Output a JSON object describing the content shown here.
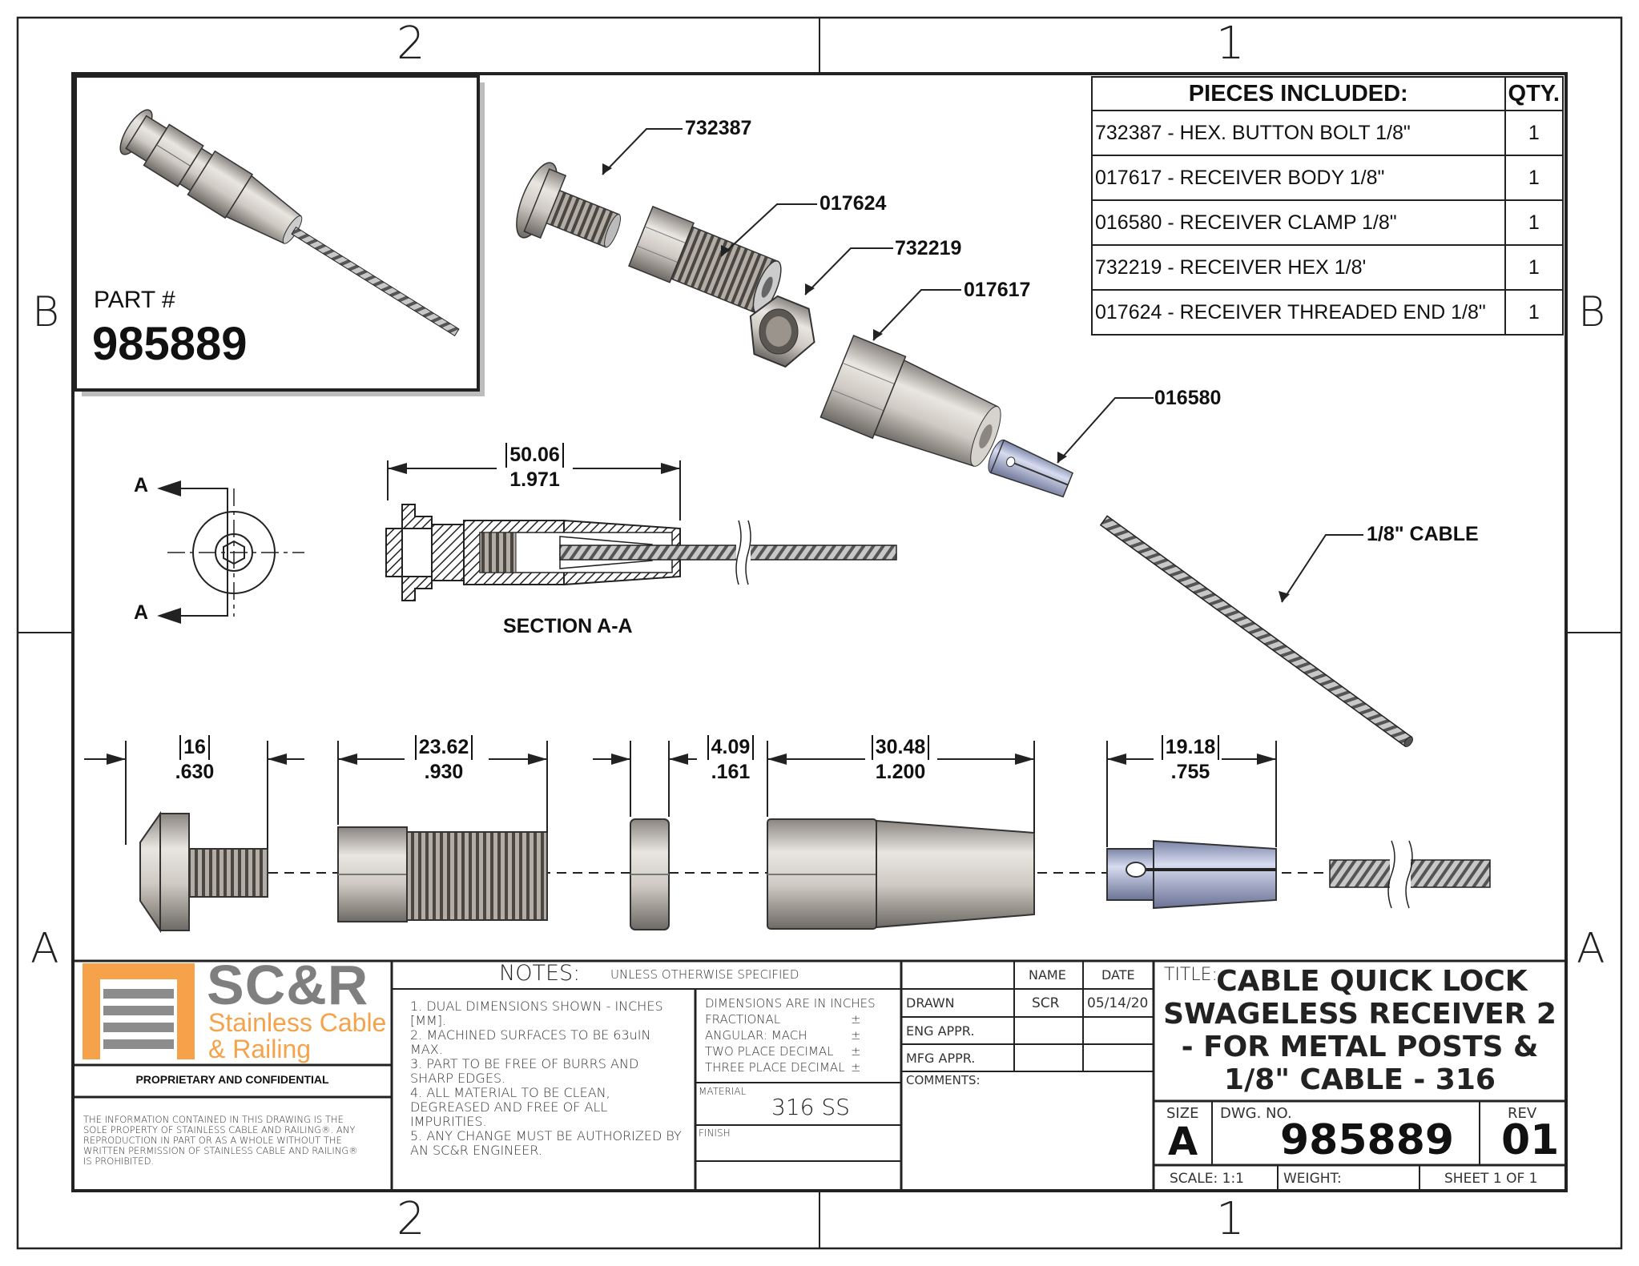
{
  "zones": {
    "top_left": "2",
    "top_right": "1",
    "bottom_left": "2",
    "bottom_right": "1",
    "left_top": "B",
    "left_bottom": "A",
    "right_top": "B",
    "right_bottom": "A"
  },
  "part_box": {
    "label": "PART #",
    "number": "985889"
  },
  "callouts": [
    "732387",
    "017624",
    "732219",
    "017617",
    "016580",
    "1/8\" CABLE"
  ],
  "section": {
    "dim_mm": "50.06",
    "dim_in": "1.971",
    "marker": "A",
    "title": "SECTION A-A"
  },
  "dims": [
    {
      "mm": "16",
      "in": ".630"
    },
    {
      "mm": "23.62",
      "in": ".930"
    },
    {
      "mm": "4.09",
      "in": ".161"
    },
    {
      "mm": "30.48",
      "in": "1.200"
    },
    {
      "mm": "19.18",
      "in": ".755"
    }
  ],
  "pieces": {
    "header": "PIECES INCLUDED:",
    "qty_header": "QTY.",
    "rows": [
      {
        "desc": "732387 - HEX. BUTTON BOLT 1/8\"",
        "qty": "1"
      },
      {
        "desc": "017617 - RECEIVER BODY 1/8\"",
        "qty": "1"
      },
      {
        "desc": "016580 - RECEIVER CLAMP 1/8\"",
        "qty": "1"
      },
      {
        "desc": "732219 - RECEIVER HEX 1/8'",
        "qty": "1"
      },
      {
        "desc": "017624 - RECEIVER THREADED END 1/8\"",
        "qty": "1"
      }
    ]
  },
  "logo": {
    "brand": "SC&R",
    "line1": "Stainless Cable",
    "line2": "& Railing",
    "brand_gray": "#7f7f7f",
    "brand_orange": "#f5a24a"
  },
  "proprietary": {
    "heading": "PROPRIETARY AND CONFIDENTIAL",
    "body": "THE INFORMATION CONTAINED IN THIS DRAWING IS THE SOLE PROPERTY OF STAINLESS CABLE AND RAILING®. ANY REPRODUCTION IN PART OR AS A WHOLE WITHOUT THE WRITTEN PERMISSION OF STAINLESS CABLE AND RAILING® IS PROHIBITED."
  },
  "notes": {
    "title": "NOTES:",
    "subtitle": "UNLESS OTHERWISE SPECIFIED",
    "items": [
      "1. DUAL DIMENSIONS SHOWN - INCHES [MM].",
      "2. MACHINED SURFACES TO BE 63uIN MAX.",
      "3. PART TO BE FREE OF BURRS AND SHARP EDGES.",
      "4. ALL MATERIAL TO BE CLEAN, DEGREASED AND FREE OF ALL IMPURITIES.",
      "5. ANY CHANGE MUST BE AUTHORIZED BY AN SC&R ENGINEER."
    ]
  },
  "tolerances": {
    "heading": "DIMENSIONS ARE IN INCHES",
    "lines": [
      "FRACTIONAL",
      "ANGULAR: MACH",
      "TWO PLACE DECIMAL",
      "THREE PLACE DECIMAL"
    ],
    "sign": "±"
  },
  "material": {
    "label": "MATERIAL",
    "value": "316 SS",
    "finish_label": "FINISH"
  },
  "approvals": {
    "name_header": "NAME",
    "date_header": "DATE",
    "drawn": "DRAWN",
    "drawn_name": "SCR",
    "drawn_date": "05/14/20",
    "eng": "ENG APPR.",
    "mfg": "MFG APPR.",
    "comments": "COMMENTS:"
  },
  "title_block": {
    "title_label": "TITLE:",
    "title_lines": [
      "CABLE QUICK LOCK",
      "SWAGELESS RECEIVER 2",
      "- FOR METAL POSTS &",
      "1/8\" CABLE - 316"
    ],
    "size_label": "SIZE",
    "size": "A",
    "dwg_label": "DWG.  NO.",
    "dwg": "985889",
    "rev_label": "REV",
    "rev": "01",
    "scale": "SCALE: 1:1",
    "weight": "WEIGHT:",
    "sheet": "SHEET 1 OF 1"
  }
}
